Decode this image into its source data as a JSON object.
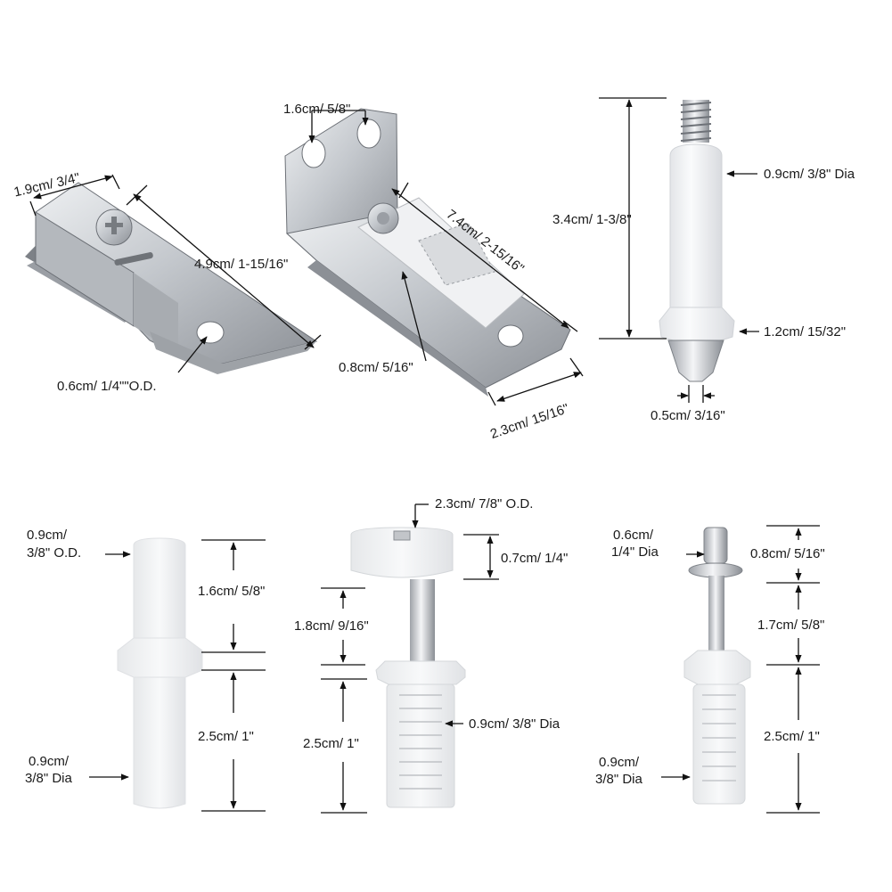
{
  "parts": {
    "clip": {
      "width": "1.9cm/ 3/4\"",
      "length": "4.9cm/ 1-15/16\"",
      "hole": "0.6cm/ 1/4\"\"O.D."
    },
    "bracket": {
      "slots": "1.6cm/ 5/8\"",
      "length": "7.4cm/ 2-15/16\"",
      "hole": "0.8cm/ 5/16\"",
      "width": "2.3cm/ 15/16\""
    },
    "threaded_pivot": {
      "diameter": "0.9cm/ 3/8\" Dia",
      "height": "3.4cm/ 1-3/8\"",
      "collar": "1.2cm/ 15/32\"",
      "tip": "0.5cm/ 3/16\""
    },
    "nylon_pin": {
      "top_od_1": "0.9cm/",
      "top_od_2": "3/8\" O.D.",
      "top_height": "1.6cm/ 5/8\"",
      "bottom_height": "2.5cm/ 1\"",
      "dia_1": "0.9cm/",
      "dia_2": "3/8\" Dia"
    },
    "roller_guide": {
      "wheel_od": "2.3cm/ 7/8\" O.D.",
      "wheel_height": "0.7cm/ 1/4\"",
      "shaft": "1.8cm/ 9/16\"",
      "sleeve": "2.5cm/ 1\"",
      "dia": "0.9cm/ 3/8\" Dia"
    },
    "spring_pivot": {
      "pin_1": "0.6cm/",
      "pin_2": "1/4\" Dia",
      "pin_height": "0.8cm/ 5/16\"",
      "shaft": "1.7cm/ 5/8\"",
      "sleeve": "2.5cm/ 1\"",
      "dia_1": "0.9cm/",
      "dia_2": "3/8\" Dia"
    }
  },
  "colors": {
    "metal": "#c9ccd1",
    "metal_dark": "#8f9399",
    "nylon": "#f1f2f4",
    "line": "#111111"
  }
}
